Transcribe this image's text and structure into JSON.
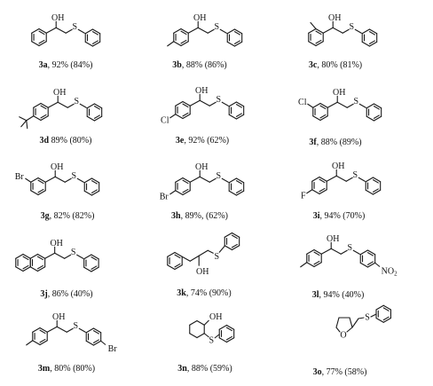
{
  "compounds": [
    {
      "id": "3a",
      "yield": "92% (84%)",
      "caption_sep": ", "
    },
    {
      "id": "3b",
      "yield": "88% (86%)",
      "caption_sep": ", "
    },
    {
      "id": "3c",
      "yield": "80% (81%)",
      "caption_sep": ", "
    },
    {
      "id": "3d",
      "yield": "89% (80%)",
      "caption_sep": " "
    },
    {
      "id": "3e",
      "yield": "92% (62%)",
      "caption_sep": ", "
    },
    {
      "id": "3f",
      "yield": "88% (89%)",
      "caption_sep": ", "
    },
    {
      "id": "3g",
      "yield": "82% (82%)",
      "caption_sep": ", "
    },
    {
      "id": "3h",
      "yield": "89%, (62%)",
      "caption_sep": ", "
    },
    {
      "id": "3i",
      "yield": "94% (70%)",
      "caption_sep": ", "
    },
    {
      "id": "3j",
      "yield": "86% (40%)",
      "caption_sep": ", "
    },
    {
      "id": "3k",
      "yield": "74% (90%)",
      "caption_sep": ", "
    },
    {
      "id": "3l",
      "yield": "94% (40%)",
      "caption_sep": ", "
    },
    {
      "id": "3m",
      "yield": "80% (80%)",
      "caption_sep": ", "
    },
    {
      "id": "3n",
      "yield": "88% (59%)",
      "caption_sep": ", "
    },
    {
      "id": "3o",
      "yield": "77% (58%)",
      "caption_sep": ", "
    }
  ],
  "atom_labels": {
    "oh": "OH",
    "s": "S",
    "cl": "Cl",
    "br": "Br",
    "f": "F",
    "o": "O",
    "no2_main": "NO",
    "no2_sub": "2"
  }
}
